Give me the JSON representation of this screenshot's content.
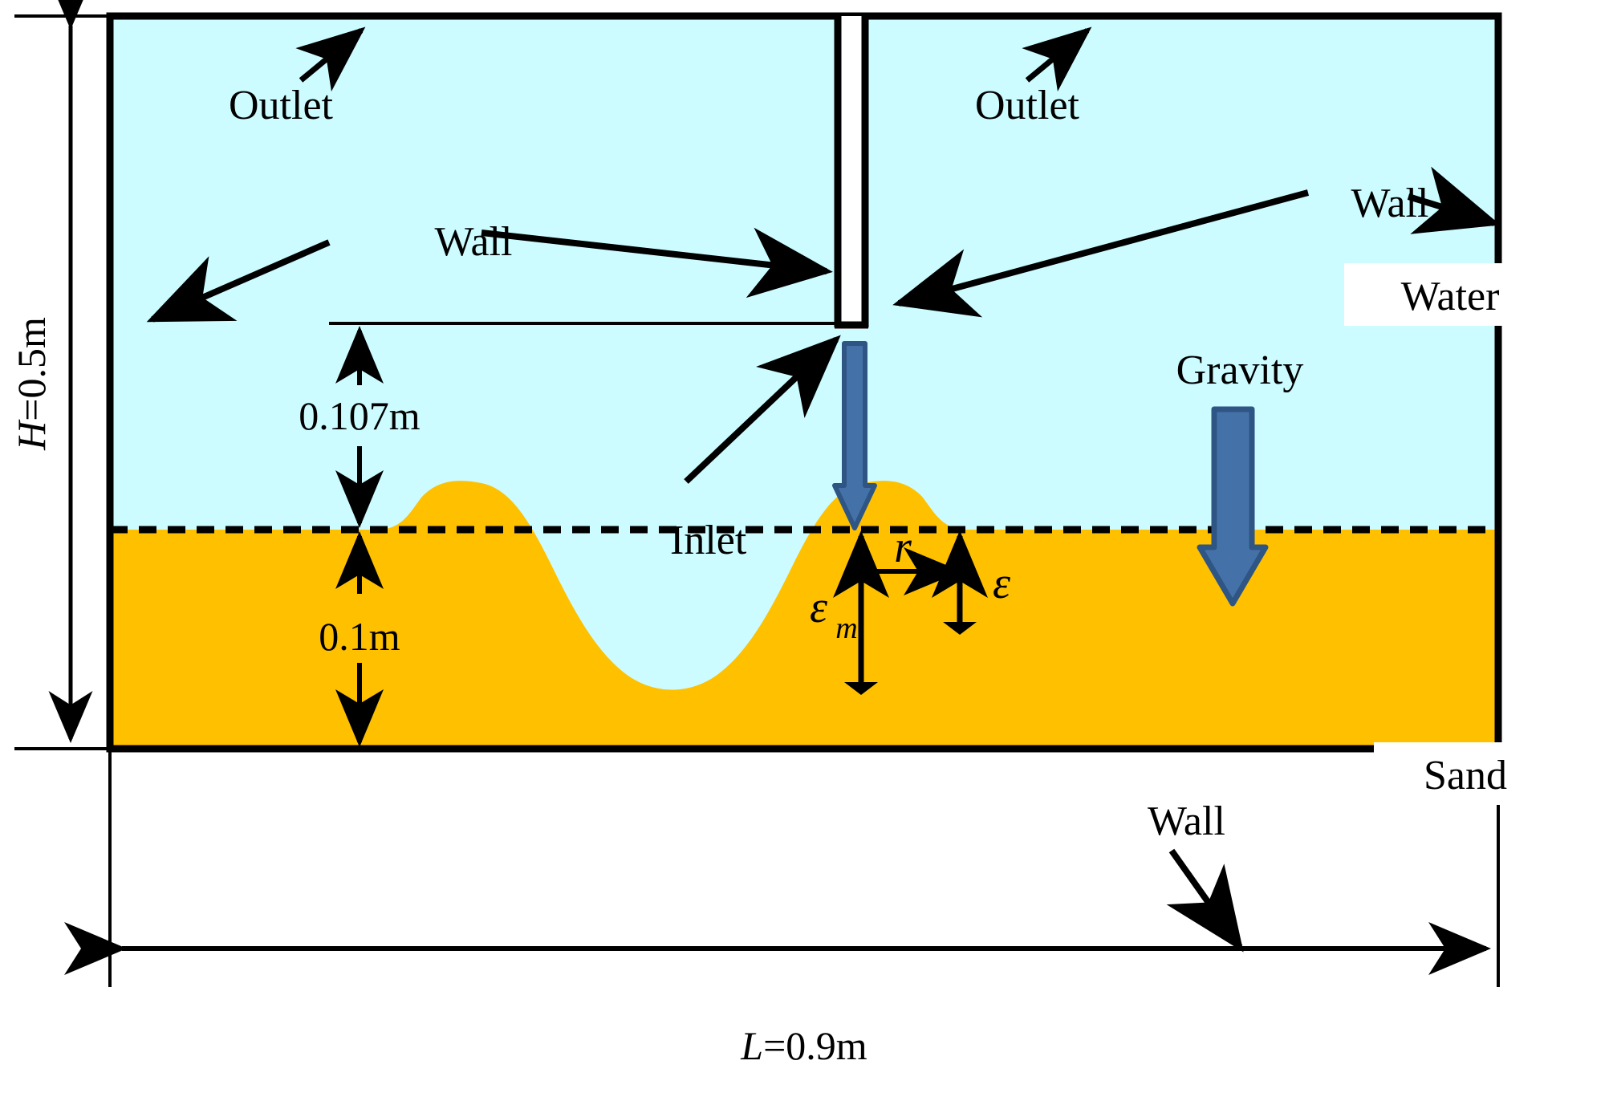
{
  "figure": {
    "type": "schematic-diagram",
    "subject": "2D CFD domain of water over an erodible sand bed with a central jet inlet",
    "colors": {
      "water_fill": "#CCFCFF",
      "sand_fill": "#FFC000",
      "gravity_arrow_fill": "#4472A8",
      "gravity_arrow_stroke": "#2E5584",
      "line": "#000000",
      "background": "#FFFFFF",
      "label_box_fill": "#FFFFFF"
    }
  },
  "dimensions": {
    "height_label": "H=0.5m",
    "height_label_italic_part": "H",
    "height_value": 0.5,
    "height_unit": "m",
    "length_label": "L=0.9m",
    "length_label_italic_part": "L",
    "length_value": 0.9,
    "length_unit": "m",
    "water_depth_label": "0.107m",
    "water_depth_value": 0.107,
    "sand_depth_label": "0.1m",
    "sand_depth_value": 0.1
  },
  "regions": [
    {
      "name": "water",
      "label": "Water"
    },
    {
      "name": "sand",
      "label": "Sand"
    }
  ],
  "boundary_labels": {
    "outlet_left": "Outlet",
    "outlet_right": "Outlet",
    "wall_left": "Wall",
    "wall_right": "Wall",
    "wall_bottom": "Wall",
    "inlet": "Inlet"
  },
  "annotations": {
    "gravity": "Gravity",
    "scour_max_symbol": "ε",
    "scour_max_subscript": "m",
    "scour_symbol": "ε",
    "radius_symbol": "r"
  },
  "chart_data": {
    "type": "diagram",
    "title": "Computational domain schematic",
    "xlabel": "L=0.9m",
    "ylabel": "H=0.5m",
    "xlim": [
      0,
      0.9
    ],
    "ylim": [
      0,
      0.5
    ],
    "grid": false,
    "legend": [
      "Water",
      "Sand"
    ],
    "annotations": [
      {
        "text": "Outlet",
        "kind": "boundary",
        "side": "top-left"
      },
      {
        "text": "Outlet",
        "kind": "boundary",
        "side": "top-right"
      },
      {
        "text": "Wall",
        "kind": "boundary",
        "side": "left"
      },
      {
        "text": "Wall",
        "kind": "boundary",
        "side": "right"
      },
      {
        "text": "Wall",
        "kind": "boundary",
        "side": "bottom"
      },
      {
        "text": "Inlet",
        "kind": "boundary",
        "side": "center-top"
      },
      {
        "text": "Gravity",
        "kind": "vector",
        "direction": "down"
      },
      {
        "text": "0.107m",
        "kind": "dimension",
        "measures": "water layer above initial bed"
      },
      {
        "text": "0.1m",
        "kind": "dimension",
        "measures": "initial sand bed thickness"
      },
      {
        "text": "H=0.5m",
        "kind": "dimension",
        "measures": "domain height"
      },
      {
        "text": "L=0.9m",
        "kind": "dimension",
        "measures": "domain length"
      },
      {
        "text": "ε_m",
        "kind": "symbol",
        "measures": "maximum scour depth"
      },
      {
        "text": "ε",
        "kind": "symbol",
        "measures": "local scour depth"
      },
      {
        "text": "r",
        "kind": "symbol",
        "measures": "radial distance"
      }
    ]
  }
}
